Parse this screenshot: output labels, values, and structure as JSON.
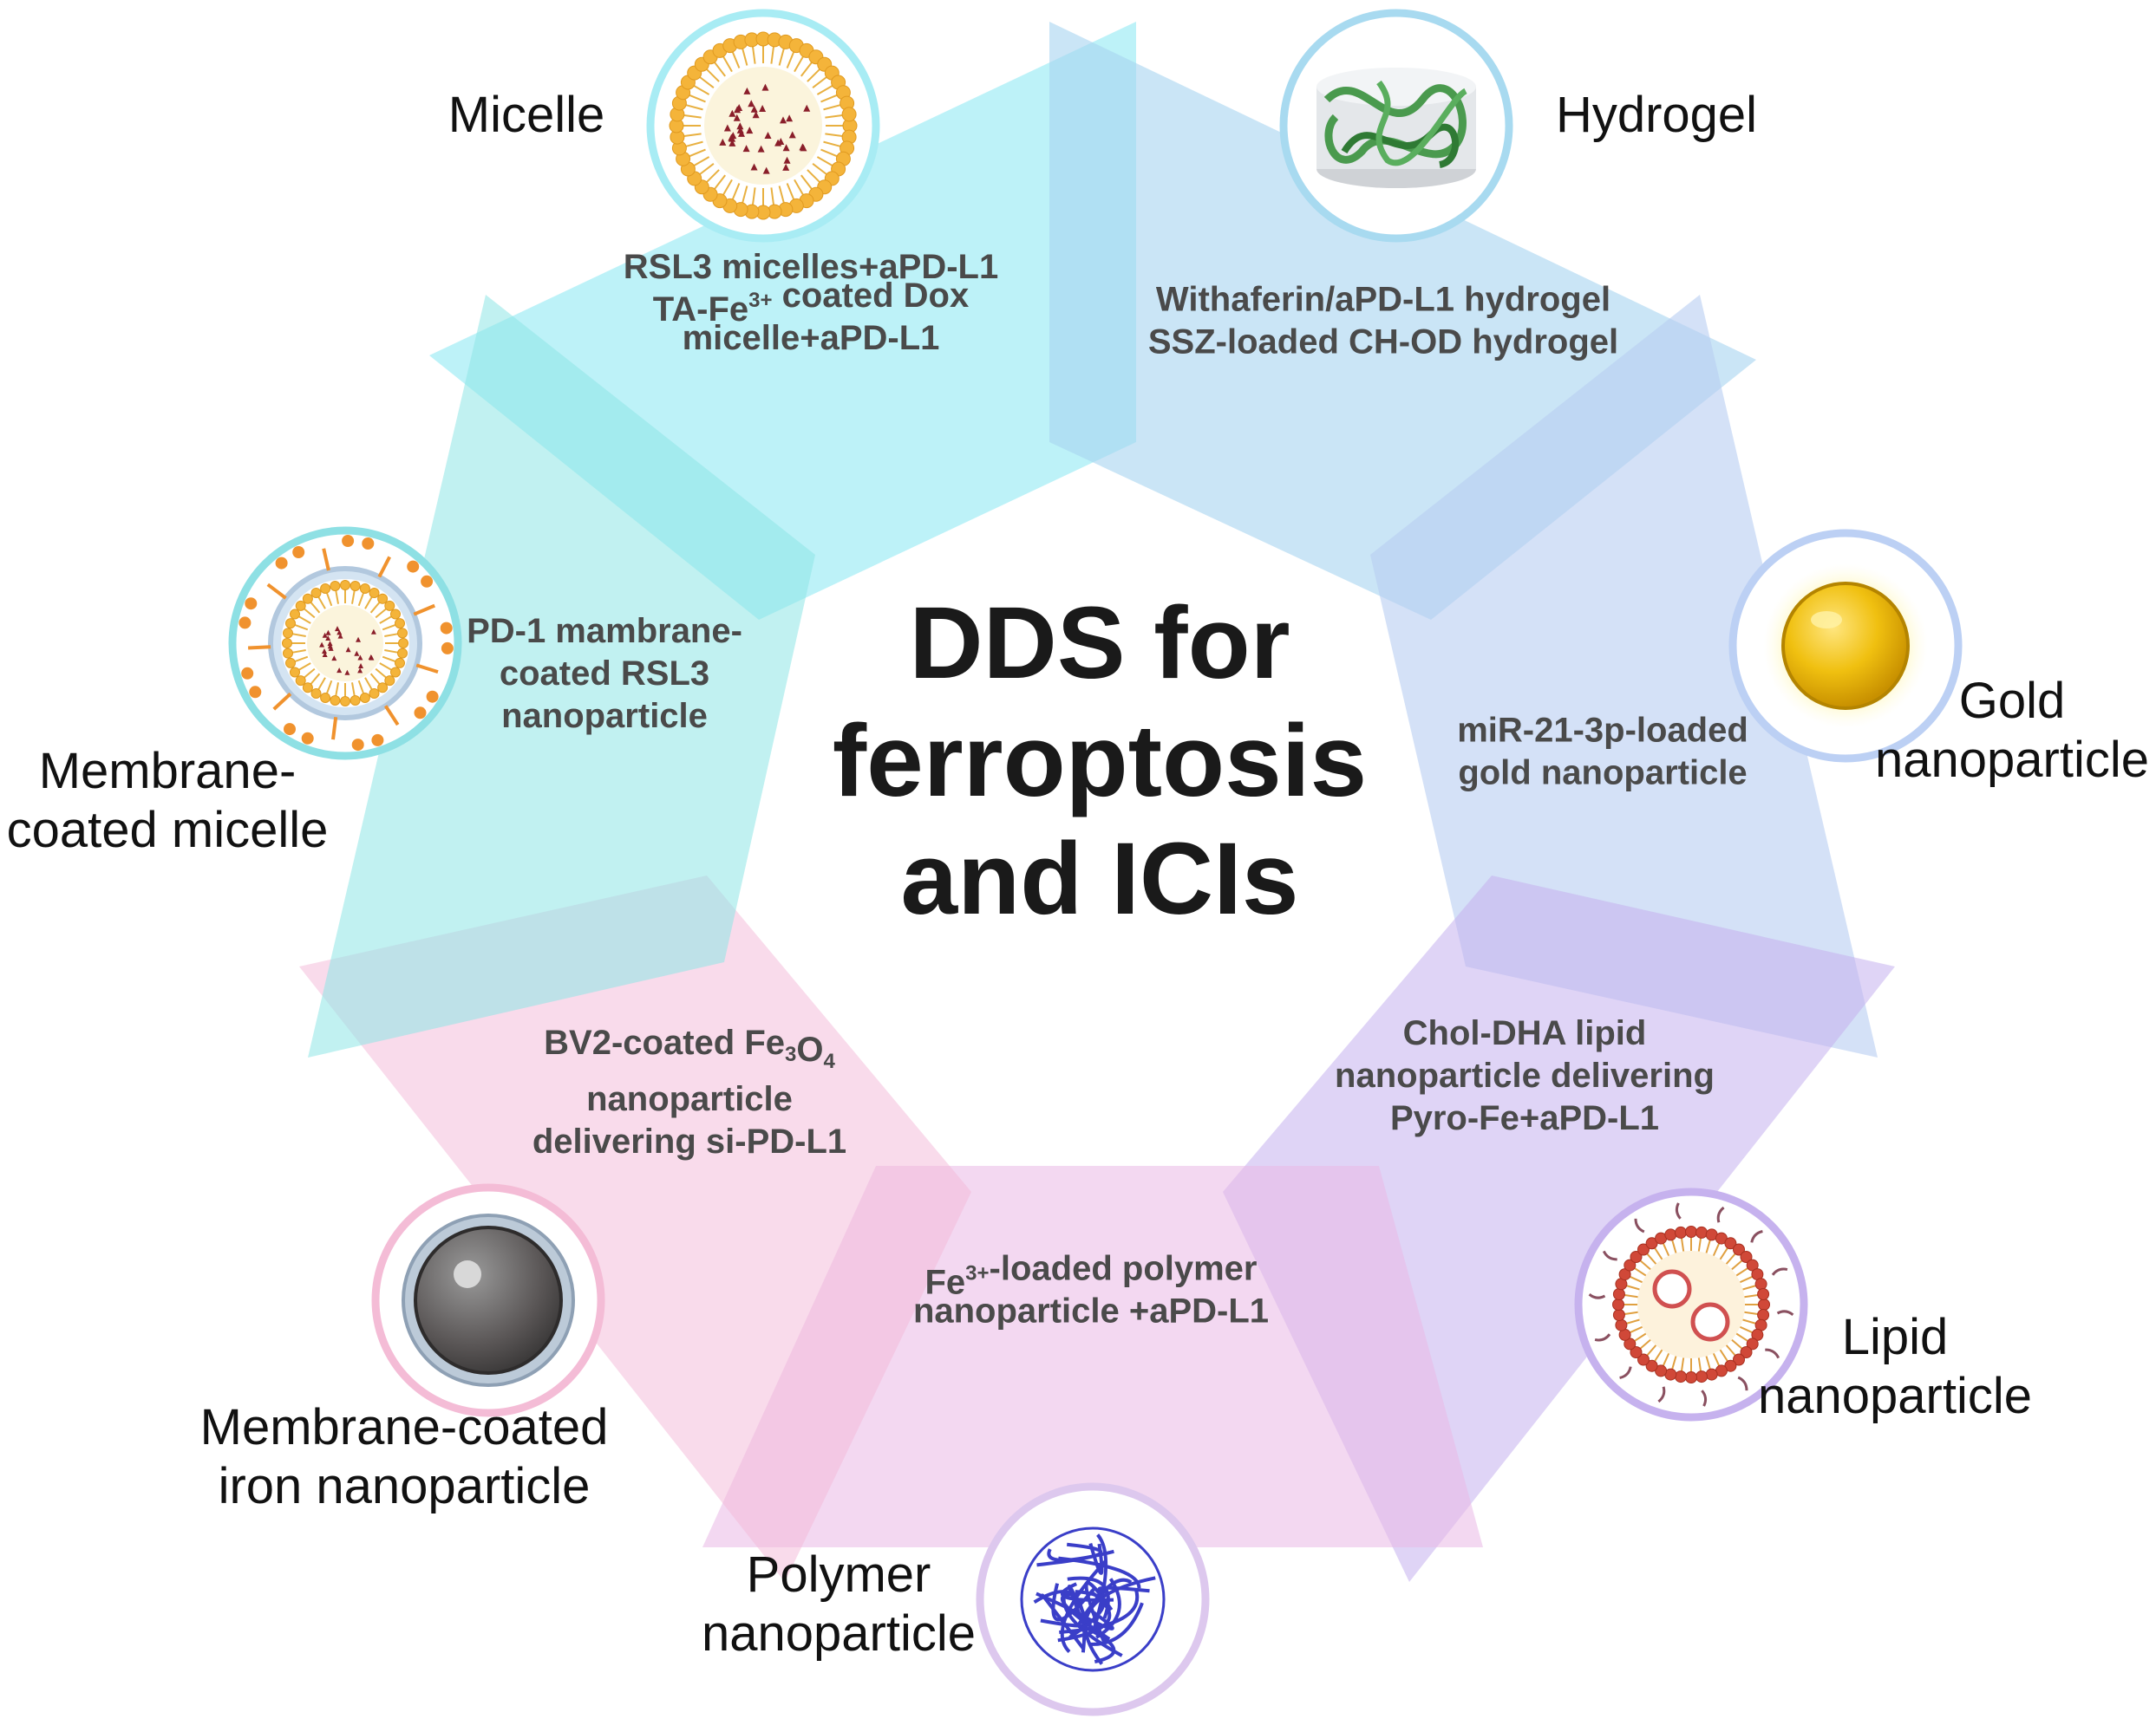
{
  "title_lines": [
    "DDS for",
    "ferroptosis",
    "and ICIs"
  ],
  "colors": {
    "micelle": "#87e8f2",
    "hydrogel": "#a6d4f0",
    "gold": "#b8cdf2",
    "lipid": "#c5b0ee",
    "polymer": "#eab8e6",
    "membrane_iron": "#f4b8d8",
    "membrane_micelle": "#8ee6e6"
  },
  "segments": [
    {
      "id": "micelle",
      "label_lines": [
        "Micelle"
      ],
      "icon": "micelle-icon",
      "applications": [
        [
          "RSL3 micelles+aPD-L1"
        ],
        [
          "TA-Fe",
          {
            "sup": "3+"
          },
          " coated Dox"
        ],
        [
          "micelle+aPD-L1"
        ]
      ]
    },
    {
      "id": "hydrogel",
      "label_lines": [
        "Hydrogel"
      ],
      "icon": "hydrogel-icon",
      "applications": [
        [
          "Withaferin/aPD-L1 hydrogel"
        ],
        [
          "SSZ-loaded CH-OD hydrogel"
        ]
      ]
    },
    {
      "id": "gold",
      "label_lines": [
        "Gold",
        "nanoparticle"
      ],
      "icon": "gold-nanoparticle-icon",
      "applications": [
        [
          "miR-21-3p-loaded"
        ],
        [
          "gold nanoparticle"
        ]
      ]
    },
    {
      "id": "lipid",
      "label_lines": [
        "Lipid",
        "nanoparticle"
      ],
      "icon": "lipid-nanoparticle-icon",
      "applications": [
        [
          "Chol-DHA lipid"
        ],
        [
          "nanoparticle delivering"
        ],
        [
          "Pyro-Fe+aPD-L1"
        ]
      ]
    },
    {
      "id": "polymer",
      "label_lines": [
        "Polymer",
        "nanoparticle"
      ],
      "icon": "polymer-nanoparticle-icon",
      "applications": [
        [
          "Fe",
          {
            "sup": "3+"
          },
          "-loaded polymer"
        ],
        [
          "nanoparticle +aPD-L1"
        ]
      ]
    },
    {
      "id": "membrane_iron",
      "label_lines": [
        "Membrane-coated",
        "iron nanoparticle"
      ],
      "icon": "iron-nanoparticle-icon",
      "applications": [
        [
          "BV2-coated Fe",
          {
            "sub": "3"
          },
          "O",
          {
            "sub": "4"
          }
        ],
        [
          "nanoparticle"
        ],
        [
          "delivering si-PD-L1"
        ]
      ]
    },
    {
      "id": "membrane_micelle",
      "label_lines": [
        "Membrane-",
        "coated micelle"
      ],
      "icon": "membrane-micelle-icon",
      "applications": [
        [
          "PD-1 mambrane-"
        ],
        [
          "coated RSL3"
        ],
        [
          "nanoparticle"
        ]
      ]
    }
  ]
}
